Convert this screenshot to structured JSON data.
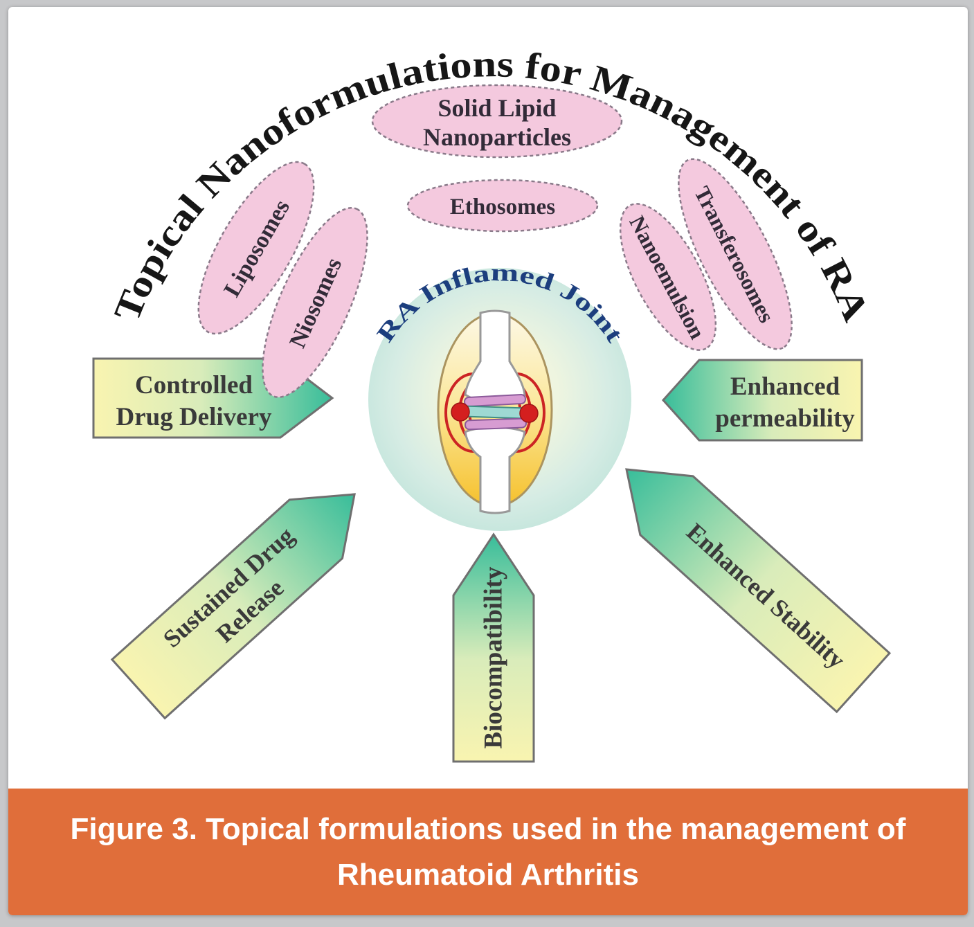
{
  "title_arc": "Topical Nanoformulations for Management of RA",
  "center": {
    "label": "RA Inflamed Joint"
  },
  "pills": {
    "sln_line1": "Solid Lipid",
    "sln_line2": "Nanoparticles",
    "ethosomes": "Ethosomes",
    "liposomes": "Liposomes",
    "niosomes": "Niosomes",
    "nanoemulsion": "Nanoemulsion",
    "transferosomes": "Transferosomes"
  },
  "benefits": {
    "controlled_line1": "Controlled",
    "controlled_line2": "Drug Delivery",
    "permeability_line1": "Enhanced",
    "permeability_line2": "permeability",
    "sustained_line1": "Sustained Drug",
    "sustained_line2": "Release",
    "biocompatibility": "Biocompatibility",
    "stability": "Enhanced Stability"
  },
  "caption": {
    "line1": "Figure 3. Topical formulations used in the management of",
    "line2": "Rheumatoid Arthritis"
  },
  "colors": {
    "caption_background": "#e06e3a",
    "caption_text": "#ffffff",
    "pill_fill": "#f4c9de",
    "arrow_yellow": "#f9f4b0",
    "arrow_teal": "#38bd9a",
    "center_label_text": "#1c3e7e",
    "inflamed_red": "#cc2424",
    "title_text": "#161616"
  }
}
